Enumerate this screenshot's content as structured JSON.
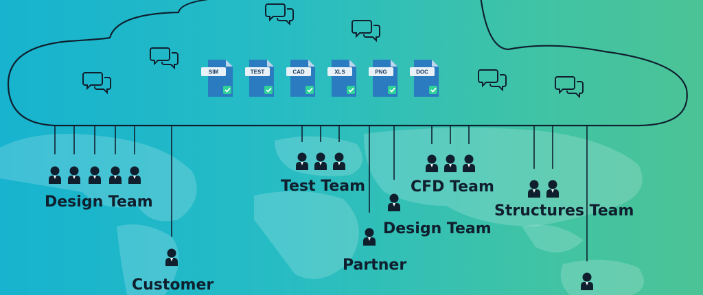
{
  "diagram": {
    "files": [
      {
        "label": "SIM"
      },
      {
        "label": "TEST"
      },
      {
        "label": "CAD"
      },
      {
        "label": "XLS"
      },
      {
        "label": "PNG"
      },
      {
        "label": "DOC"
      }
    ],
    "teams": {
      "design_team_1": "Design Team",
      "customer": "Customer",
      "test_team": "Test Team",
      "partner": "Partner",
      "design_team_2": "Design Team",
      "cfd_team": "CFD Team",
      "structures_team": "Structures Team"
    },
    "colors": {
      "background_start": "#17b3cf",
      "background_end": "#4cc396",
      "cloud_stroke": "#0f1f2e",
      "file_fill": "#2a7bbf",
      "check_fill": "#2fd39a",
      "people_fill": "#0f1f2e"
    },
    "icons": [
      "chat-bubbles-icon",
      "file-icon",
      "person-icon",
      "world-map-background"
    ]
  }
}
